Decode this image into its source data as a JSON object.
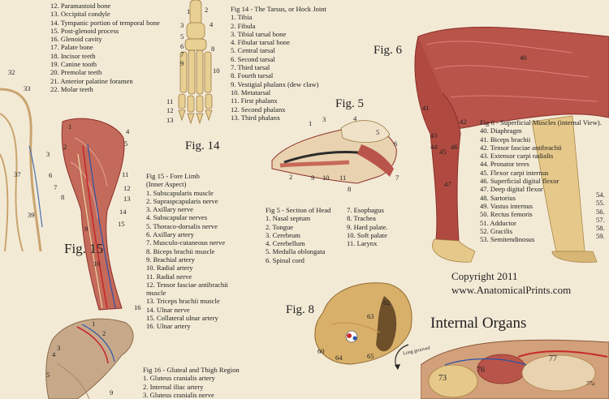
{
  "skull_list": [
    "12. Paramastoid bone",
    "13. Occipital condyle",
    "14. Tympanic portion of temporal bone",
    "15. Post-glenoid process",
    "16. Glenoid cavity",
    "17. Palate bone",
    "18. Incisor teeth",
    "19. Canine tooth",
    "20. Premolar teeth",
    "21. Anterior palatine foramen",
    "22. Molar teeth"
  ],
  "fig14": {
    "title": "Fig 14 - The Tarsus, or Hock Joint",
    "items": [
      "1. Tibia",
      "2. Fibula",
      "3. Tibial tarsal bone",
      "4. Fibular tarsal bone",
      "5. Central tarsal",
      "6. Second tarsal",
      "7. Third tarsal",
      "8. Fourth tarsal",
      "9. Vestigial phalanx (dew claw)",
      "10. Metatarsal",
      "11. First phalanx",
      "12. Second phalanx",
      "13. Third phalanx"
    ],
    "label": "Fig. 14",
    "callouts": [
      "1",
      "2",
      "3",
      "4",
      "5",
      "6",
      "7",
      "8",
      "9",
      "10",
      "11",
      "12",
      "13"
    ]
  },
  "fig5": {
    "label": "Fig. 5",
    "title": "Fig 5 - Section of Head",
    "items_left": [
      "1. Nasal septum",
      "2. Tongue",
      "3. Cerebrum",
      "4. Cerebellum",
      "5. Medulla oblongata",
      "6. Spinal cord"
    ],
    "items_right": [
      "7. Esophagus",
      "8. Trachea",
      "9. Hard palate.",
      "10. Soft palate",
      "11. Larynx"
    ],
    "callouts": [
      "1",
      "2",
      "3",
      "4",
      "5",
      "6",
      "7",
      "8",
      "9",
      "10",
      "11"
    ]
  },
  "fig6": {
    "label": "Fig. 6",
    "title": "Fig 6 - Superficial Muscles (internal View).",
    "items": [
      "40. Diaphragm",
      "41. Biceps brachii",
      "42. Tensor fasciae antibrachii",
      "43. Extensor carpi radialis",
      "44. Pronator teres",
      "45. Flexor carpi internus",
      "46. Superficial digital flexor",
      "47. Deep digital flexor",
      "48. Sartorius",
      "49. Vastus internus",
      "50. Rectus femoris",
      "51. Adductor",
      "52. Gracilis",
      "53. Semitendinosus"
    ],
    "overflow": [
      "54.",
      "55.",
      "56.",
      "57.",
      "58.",
      "59."
    ],
    "callouts": [
      "40",
      "41",
      "42",
      "43",
      "44",
      "45",
      "46",
      "47"
    ]
  },
  "fig15": {
    "label": "Fig. 15",
    "title_lines": [
      "Fig 15 - Fore Limb",
      "(Inner Aspect)"
    ],
    "items": [
      "1. Subscapularis muscle",
      "2. Supraspcapularis nerve",
      "3. Axillary nerve",
      "4. Subscapular nerves",
      "5. Thoraco-dorsalis nerve",
      "6. Axillary artery",
      "7. Musculo-cutaneous nerve",
      "8. Biceps brachii muscle",
      "9. Brachial artery",
      "10. Radial artery",
      "11. Radial nerve",
      "12. Tensor fasciae antibrachii",
      "muscle",
      "13. Triceps brachii muscle",
      "14. Ulnar nerve",
      "15. Collateral ulnar artery",
      "16. Ulnar artery"
    ],
    "callouts": [
      "1",
      "2",
      "3",
      "4",
      "5",
      "6",
      "7",
      "8",
      "9",
      "10",
      "11",
      "12",
      "13",
      "14",
      "15",
      "16"
    ]
  },
  "fig16": {
    "title": "Fig 16 - Gluteal and Thigh Region",
    "items": [
      "1. Gluteus cranialis artery",
      "2. Internal iliac artery",
      "3. Gluteus cranialis nerve"
    ],
    "callouts": [
      "1",
      "2",
      "3",
      "4",
      "5",
      "9"
    ]
  },
  "fig8": {
    "label": "Fig. 8",
    "callouts": [
      "63",
      "62",
      "60",
      "64",
      "65"
    ],
    "arrow_label": "Long grooved"
  },
  "internal": {
    "title": "Internal Organs",
    "callouts": [
      "77",
      "76",
      "73",
      "77a"
    ]
  },
  "skeleton_callouts": [
    "32",
    "33",
    "37",
    "39"
  ],
  "copyright": {
    "line1": "Copyright 2011",
    "line2": "www.AnatomicalPrints.com"
  },
  "colors": {
    "paper": "#f3ead6",
    "muscle": "#b9544a",
    "muscle_dark": "#8b2f2a",
    "bone": "#e8cf92",
    "fat": "#e6c98a"
  }
}
